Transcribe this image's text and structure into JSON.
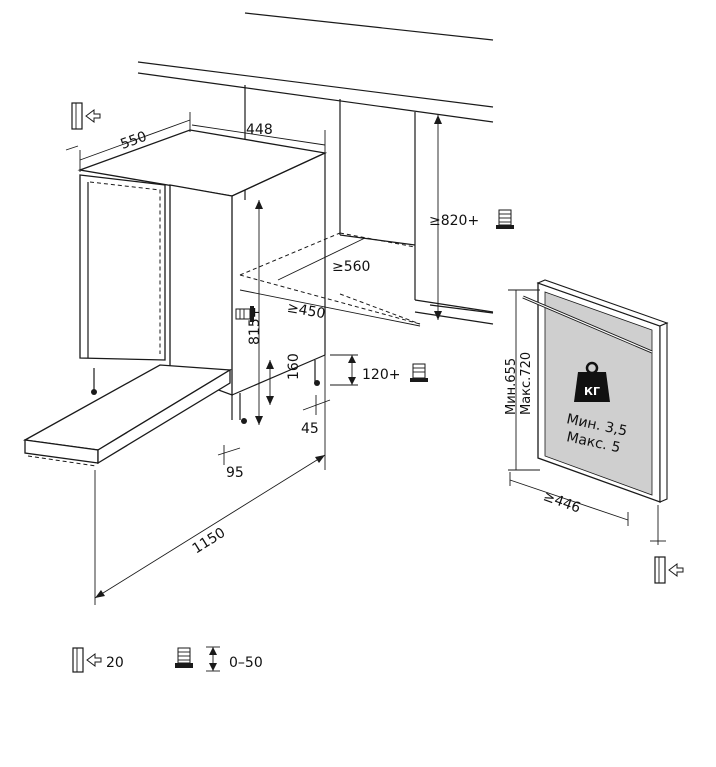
{
  "dimensions": {
    "cabinet_depth": "550",
    "cabinet_width": "448",
    "niche_height": "≥820+",
    "niche_depth": "≥560",
    "niche_width": "≥450",
    "appliance_height": "815+",
    "plinth_height": "160",
    "foot_adjust": "120+",
    "foot_offset": "45",
    "door_gap": "95",
    "door_open_reach": "1150"
  },
  "door_panel": {
    "height_range_min": "Мин.655",
    "height_range_max": "Макс.720",
    "width": "≥446",
    "weight_icon": "КГ",
    "weight_min": "Мин. 3,5",
    "weight_max": "Макс. 5"
  },
  "legend": {
    "clearance_value": "20",
    "foot_range": "0–50"
  },
  "icons": {
    "clearance": "wall-clearance-arrow-icon",
    "foot": "adjustable-foot-icon",
    "weight": "weight-kg-icon"
  }
}
